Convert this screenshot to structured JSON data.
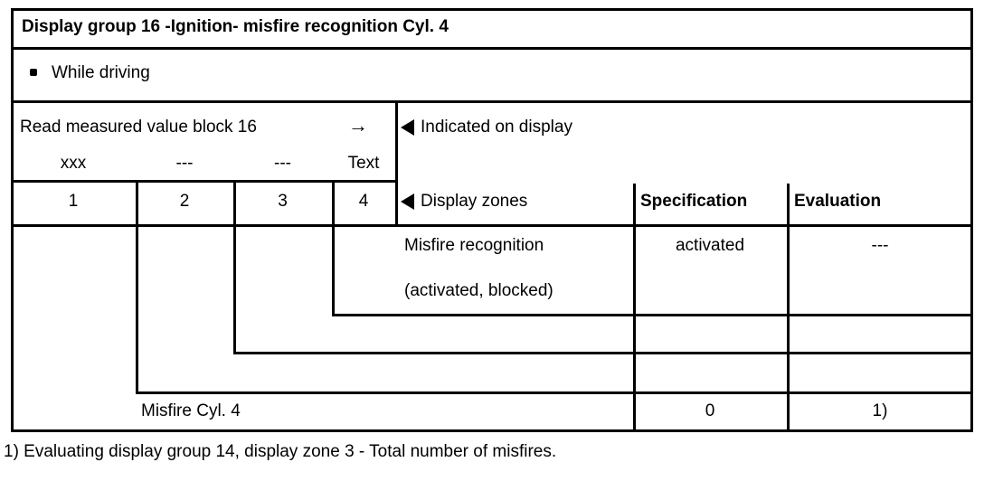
{
  "doc": {
    "title": "Display group 16 -Ignition- misfire recognition Cyl. 4",
    "condition": "While driving",
    "read_row": {
      "label": "Read measured value block 16",
      "arrow": "→",
      "values": [
        "xxx",
        "---",
        "---",
        "Text"
      ]
    },
    "zone_numbers": [
      "1",
      "2",
      "3",
      "4"
    ],
    "indicated_on_display": "Indicated on display",
    "display_zones": "Display zones",
    "headers": {
      "specification": "Specification",
      "evaluation": "Evaluation"
    },
    "zone4_row": {
      "desc_line1": "Misfire recognition",
      "desc_line2": "(activated, blocked)",
      "specification": "activated",
      "evaluation": "---"
    },
    "zone1_row": {
      "desc": "Misfire Cyl. 4",
      "specification": "0",
      "evaluation": "1)"
    },
    "footnote": "1) Evaluating display group 14, display zone 3 - Total number of misfires.",
    "colors": {
      "line": "#000000",
      "background": "#ffffff",
      "text": "#000000"
    }
  }
}
